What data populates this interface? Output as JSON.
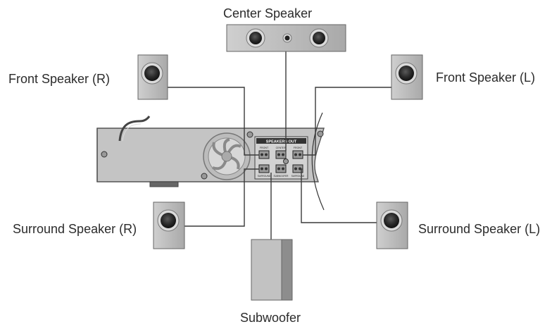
{
  "labels": {
    "center": "Center Speaker",
    "front_right": "Front Speaker (R)",
    "front_left": "Front Speaker (L)",
    "surround_right": "Surround Speaker (R)",
    "surround_left": "Surround Speaker (L)",
    "subwoofer": "Subwoofer"
  },
  "receiver": {
    "panel_title": "SPEAKERS OUT",
    "terminal_top_labels": [
      "FRONT",
      "CENTER",
      "FRONT"
    ],
    "terminal_bottom_labels": [
      "SURROUND",
      "SUBWOOFER",
      "SURROUND"
    ]
  },
  "colors": {
    "speaker_body": "#b9b9b9",
    "speaker_driver": "#2e2e2e",
    "receiver_body": "#c4c4c4",
    "wire": "#3a3a3a",
    "label_text": "#2b2b2b"
  }
}
